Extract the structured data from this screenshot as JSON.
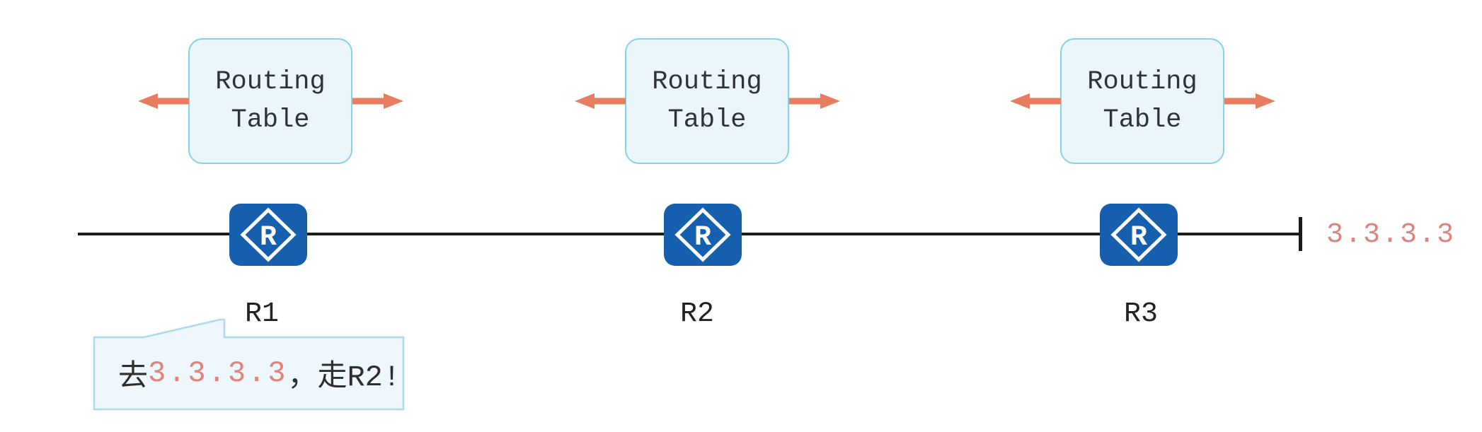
{
  "routers": [
    {
      "name": "R1",
      "table_label": "Routing Table",
      "icon_letter": "R"
    },
    {
      "name": "R2",
      "table_label": "Routing Table",
      "icon_letter": "R"
    },
    {
      "name": "R3",
      "table_label": "Routing Table",
      "icon_letter": "R"
    }
  ],
  "destination": {
    "ip": "3.3.3.3"
  },
  "callout": {
    "prefix": "去",
    "ip": "3.3.3.3",
    "suffix": "，走R2!"
  },
  "icons": {
    "router": "router-diamond-R-icon",
    "arrow_left": "arrow-left-icon",
    "arrow_right": "arrow-right-icon"
  },
  "colors": {
    "arrow_accent": "#e87c5f",
    "router_blue": "#155fae",
    "box_fill": "#eaf6fa",
    "box_border": "#85d2ec",
    "callout_fill": "#eef7fb",
    "callout_border": "#aadcee",
    "line_black": "#1b1b1b",
    "ip_salmon": "#dc847b",
    "text_dark": "#2f3337"
  }
}
